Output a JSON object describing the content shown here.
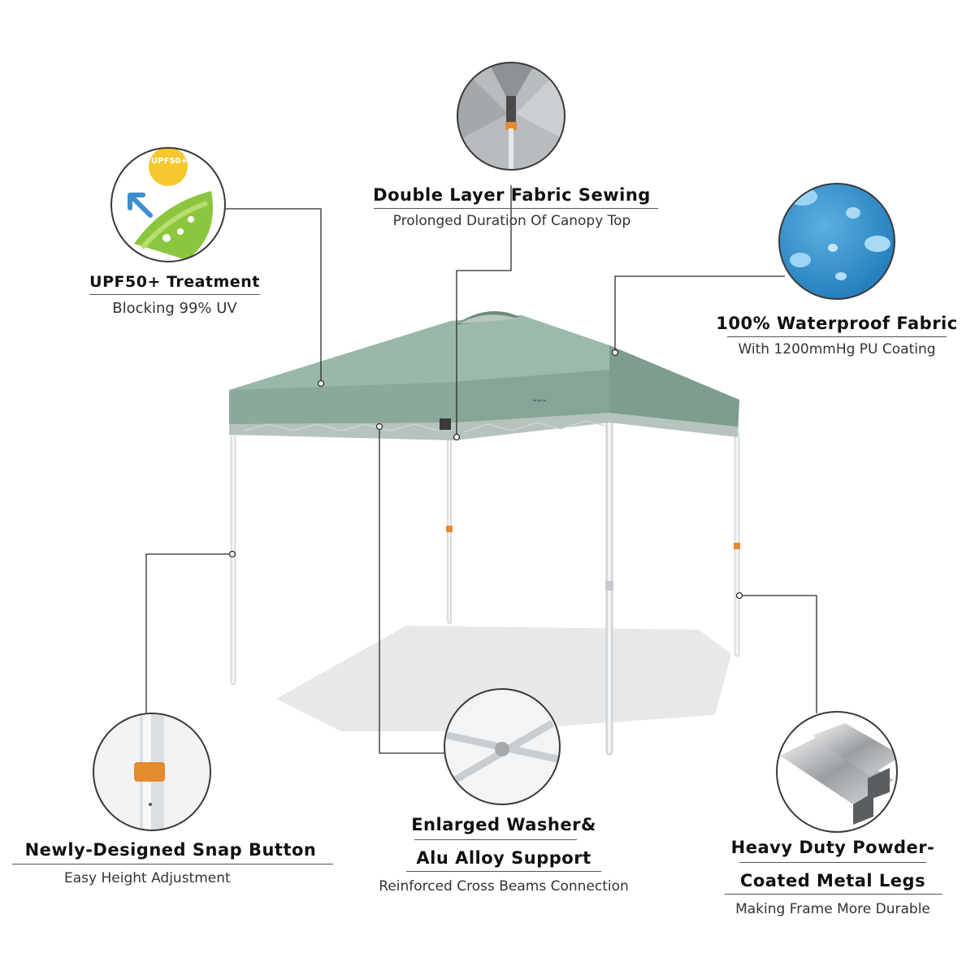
{
  "features": {
    "double_layer": {
      "title": "Double Layer Fabric Sewing",
      "subtitle": "Prolonged Duration Of Canopy Top"
    },
    "upf": {
      "title": "UPF50+ Treatment",
      "subtitle": "Blocking 99% UV",
      "badge": "UPF50+"
    },
    "waterproof": {
      "title": "100% Waterproof Fabric",
      "subtitle": "With 1200mmHg PU Coating"
    },
    "snap_button": {
      "title": "Newly-Designed Snap Button",
      "subtitle": "Easy Height Adjustment"
    },
    "washer": {
      "title_line1": "Enlarged Washer&",
      "title_line2": "Alu Alloy Support",
      "subtitle": "Reinforced Cross Beams Connection"
    },
    "legs": {
      "title_line1": "Heavy Duty Powder-",
      "title_line2": "Coated Metal Legs",
      "subtitle": "Making Frame More Durable"
    }
  },
  "colors": {
    "canopy": "#8cac9e",
    "canopy_dark": "#7a9a8c",
    "leg": "#e6e8ea",
    "snap_orange": "#e68a2e",
    "water_blue": "#2f8fc8",
    "shadow": "#e4e6e8"
  }
}
